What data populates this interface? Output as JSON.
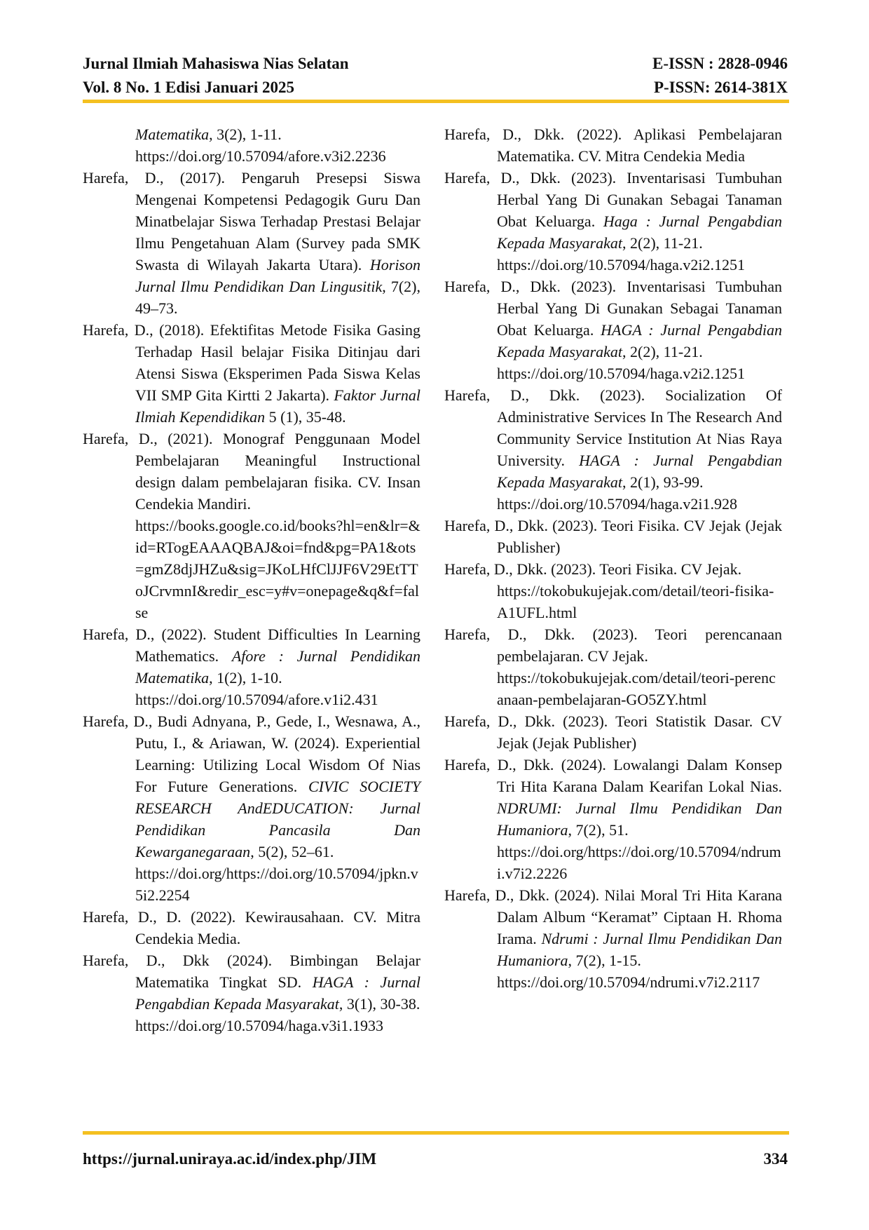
{
  "header": {
    "journal_name": "Jurnal Ilmiah Mahasiswa Nias Selatan",
    "volume": "Vol. 8 No. 1 Edisi Januari 2025",
    "eissn": "E-ISSN : 2828-0946",
    "pissn": "P-ISSN: 2614-381X"
  },
  "left_column": [
    {
      "text": "",
      "italic": "Matematika",
      "after": ", 3(2), 1-11.",
      "url": "https://doi.org/10.57094/afore.v3i2.2236",
      "cont": true
    },
    {
      "text": "Harefa, D., (2017). Pengaruh Presepsi Siswa Mengenai Kompetensi Pedagogik Guru Dan Minatbelajar Siswa Terhadap Prestasi Belajar Ilmu Pengetahuan Alam (Survey pada SMK Swasta di Wilayah Jakarta Utara). ",
      "italic": "Horison Jurnal Ilmu Pendidikan Dan Lingusitik",
      "after": ", 7(2), 49–73.",
      "url": ""
    },
    {
      "text": "Harefa, D., (2018). Efektifitas Metode Fisika Gasing Terhadap Hasil belajar Fisika Ditinjau dari Atensi Siswa (Eksperimen Pada Siswa Kelas VII SMP Gita Kirtti 2 Jakarta). ",
      "italic": "Faktor Jurnal Ilmiah Kependidikan",
      "after": " 5 (1), 35-48.",
      "url": ""
    },
    {
      "text": "Harefa, D., (2021). Monograf Penggunaan Model Pembelajaran Meaningful Instructional design dalam pembelajaran fisika. CV. Insan Cendekia Mandiri.",
      "italic": "",
      "after": "",
      "url": "https://books.google.co.id/books?hl=en&lr=&id=RTogEAAAQBAJ&oi=fnd&pg=PA1&ots=gmZ8djJHZu&sig=JKoLHfClJJF6V29EtTToJCrvmnI&redir_esc=y#v=onepage&q&f=false"
    },
    {
      "text": "Harefa, D., (2022). Student Difficulties In Learning Mathematics. ",
      "italic": "Afore : Jurnal Pendidikan Matematika",
      "after": ", 1(2), 1-10.",
      "url": "https://doi.org/10.57094/afore.v1i2.431"
    },
    {
      "text": "Harefa, D., Budi Adnyana, P., Gede, I., Wesnawa, A., Putu, I., & Ariawan, W. (2024). Experiential Learning: Utilizing Local Wisdom Of Nias For Future Generations. ",
      "italic": "CIVIC SOCIETY RESEARCH AndEDUCATION: Jurnal Pendidikan Pancasila Dan Kewarganegaraan",
      "after": ", 5(2), 52–61.",
      "url": "https://doi.org/https://doi.org/10.57094/jpkn.v5i2.2254"
    },
    {
      "text": "Harefa, D., D. (2022). Kewirausahaan. CV. Mitra Cendekia Media.",
      "italic": "",
      "after": "",
      "url": ""
    },
    {
      "text": "Harefa, D., Dkk (2024). Bimbingan Belajar Matematika Tingkat SD. ",
      "italic": "HAGA : Jurnal Pengabdian Kepada Masyarakat",
      "after": ", 3(1), 30-38.",
      "url": "https://doi.org/10.57094/haga.v3i1.1933"
    }
  ],
  "right_column": [
    {
      "text": "Harefa, D., Dkk. (2022). Aplikasi Pembelajaran Matematika. CV. Mitra Cendekia Media",
      "italic": "",
      "after": "",
      "url": ""
    },
    {
      "text": "Harefa, D., Dkk. (2023). Inventarisasi Tumbuhan Herbal Yang Di Gunakan Sebagai Tanaman Obat Keluarga. ",
      "italic": "Haga : Jurnal Pengabdian Kepada Masyarakat",
      "after": ", 2(2), 11-21.",
      "url": "https://doi.org/10.57094/haga.v2i2.1251"
    },
    {
      "text": "Harefa, D., Dkk. (2023). Inventarisasi Tumbuhan Herbal Yang Di Gunakan Sebagai Tanaman Obat Keluarga. ",
      "italic": "HAGA : Jurnal Pengabdian Kepada Masyarakat",
      "after": ", 2(2), 11-21.",
      "url": "https://doi.org/10.57094/haga.v2i2.1251"
    },
    {
      "text": "Harefa, D., Dkk. (2023). Socialization Of Administrative Services In The Research And Community Service Institution At Nias Raya University. ",
      "italic": "HAGA : Jurnal Pengabdian Kepada Masyarakat",
      "after": ", 2(1), 93-99.",
      "url": "https://doi.org/10.57094/haga.v2i1.928"
    },
    {
      "text": "Harefa, D., Dkk. (2023). Teori Fisika. CV Jejak (Jejak Publisher)",
      "italic": "",
      "after": "",
      "url": ""
    },
    {
      "text": "Harefa, D., Dkk. (2023). Teori Fisika. CV Jejak.",
      "italic": "",
      "after": "",
      "url": "https://tokobukujejak.com/detail/teori-fisika-A1UFL.html"
    },
    {
      "text": "Harefa, D., Dkk. (2023). Teori perencanaan pembelajaran. CV Jejak.",
      "italic": "",
      "after": "",
      "url": "https://tokobukujejak.com/detail/teori-perencanaan-pembelajaran-GO5ZY.html"
    },
    {
      "text": "Harefa, D., Dkk. (2023). Teori Statistik Dasar. CV Jejak (Jejak Publisher)",
      "italic": "",
      "after": "",
      "url": ""
    },
    {
      "text": "Harefa, D., Dkk. (2024). Lowalangi Dalam Konsep Tri Hita Karana Dalam Kearifan Lokal Nias. ",
      "italic": "NDRUMI: Jurnal Ilmu Pendidikan Dan Humaniora",
      "after": ", 7(2), 51.",
      "url": "https://doi.org/https://doi.org/10.57094/ndrumi.v7i2.2226"
    },
    {
      "text": "Harefa, D., Dkk. (2024). Nilai Moral Tri Hita Karana Dalam Album “Keramat” Ciptaan H. Rhoma Irama. ",
      "italic": "Ndrumi : Jurnal Ilmu Pendidikan Dan Humaniora",
      "after": ", 7(2), 1-15.",
      "url": "https://doi.org/10.57094/ndrumi.v7i2.2117"
    }
  ],
  "footer": {
    "url": "https://jurnal.uniraya.ac.id/index.php/JIM",
    "page_number": "334"
  },
  "colors": {
    "accent_rule": "#f4c020"
  }
}
